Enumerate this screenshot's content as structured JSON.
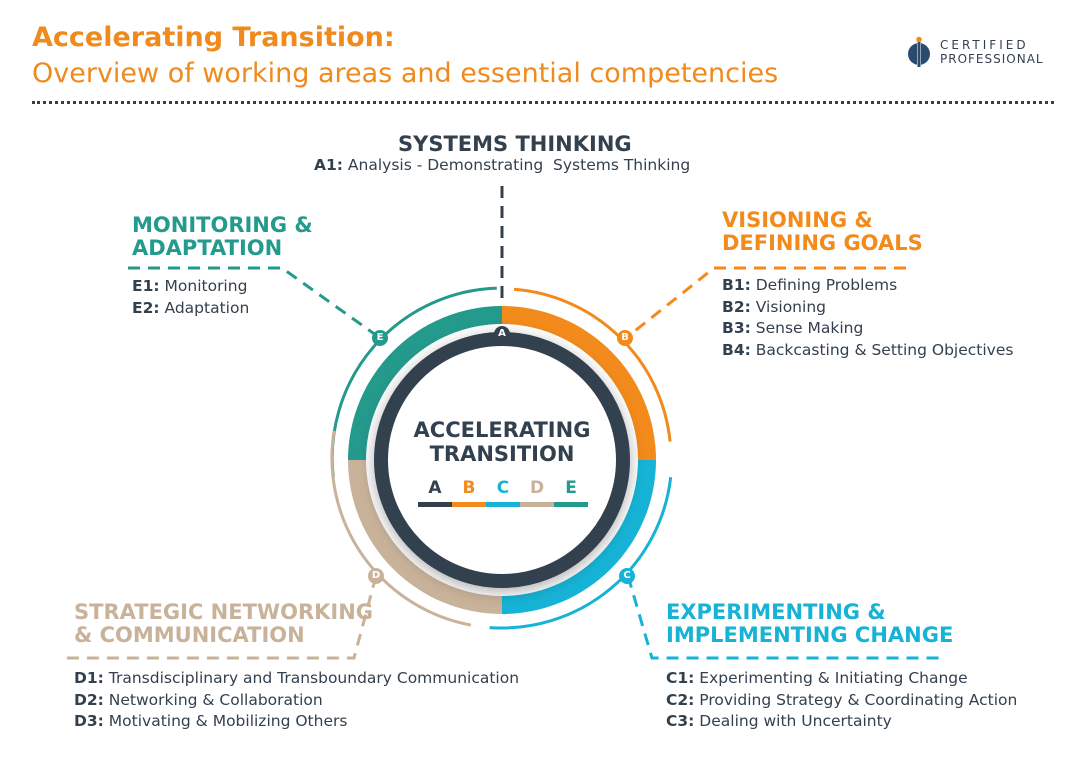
{
  "header": {
    "title": "Accelerating Transition:",
    "subtitle": "Overview of working areas and essential competencies"
  },
  "logo": {
    "line1": "CERTIFIED",
    "line2": "PROFESSIONAL"
  },
  "colors": {
    "A": "#33414f",
    "B": "#f28a1c",
    "C": "#16b3d6",
    "D": "#c9b29a",
    "E": "#239a8c",
    "title": "#f08a1c"
  },
  "center": {
    "title_line1": "ACCELERATING",
    "title_line2": "TRANSITION",
    "legend": [
      "A",
      "B",
      "C",
      "D",
      "E"
    ]
  },
  "areas": {
    "A": {
      "marker": "A",
      "heading": "SYSTEMS THINKING",
      "items": [
        {
          "code": "A1:",
          "text": "Analysis - Demonstrating  Systems Thinking"
        }
      ]
    },
    "B": {
      "marker": "B",
      "heading_line1": "VISIONING &",
      "heading_line2": "DEFINING GOALS",
      "items": [
        {
          "code": "B1:",
          "text": "Defining Problems"
        },
        {
          "code": "B2:",
          "text": "Visioning"
        },
        {
          "code": "B3:",
          "text": "Sense Making"
        },
        {
          "code": "B4:",
          "text": "Backcasting & Setting Objectives"
        }
      ]
    },
    "C": {
      "marker": "C",
      "heading_line1": "EXPERIMENTING &",
      "heading_line2": "IMPLEMENTING CHANGE",
      "items": [
        {
          "code": "C1:",
          "text": "Experimenting & Initiating Change"
        },
        {
          "code": "C2:",
          "text": "Providing Strategy & Coordinating Action"
        },
        {
          "code": "C3:",
          "text": "Dealing with Uncertainty"
        }
      ]
    },
    "D": {
      "marker": "D",
      "heading_line1": "STRATEGIC NETWORKING",
      "heading_line2": "& COMMUNICATION",
      "items": [
        {
          "code": "D1:",
          "text": "Transdisciplinary and Transboundary Communication"
        },
        {
          "code": "D2:",
          "text": "Networking & Collaboration"
        },
        {
          "code": "D3:",
          "text": "Motivating & Mobilizing Others"
        }
      ]
    },
    "E": {
      "marker": "E",
      "heading_line1": "MONITORING &",
      "heading_line2": "ADAPTATION",
      "items": [
        {
          "code": "E1:",
          "text": "Monitoring"
        },
        {
          "code": "E2:",
          "text": "Adaptation"
        }
      ]
    }
  }
}
